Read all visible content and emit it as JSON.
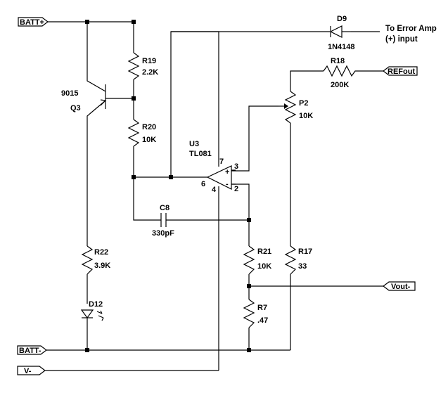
{
  "ports": {
    "batt_plus": "BATT+",
    "batt_minus": "BATT-",
    "v_minus": "V-",
    "refout": "REFout",
    "vout_minus": "Vout-"
  },
  "notes": {
    "error_amp_line1": "To Error Amp",
    "error_amp_line2": "(+) input"
  },
  "components": {
    "q3_part": "9015",
    "q3_ref": "Q3",
    "r19_ref": "R19",
    "r19_val": "2.2K",
    "r20_ref": "R20",
    "r20_val": "10K",
    "u3_ref": "U3",
    "u3_part": "TL081",
    "pin7": "7",
    "pin3": "3",
    "pin6": "6",
    "pin4": "4",
    "pin2": "2",
    "plus_sign": "+",
    "minus_sign": "-",
    "c8_ref": "C8",
    "c8_val": "330pF",
    "d9_ref": "D9",
    "d9_part": "1N4148",
    "r18_ref": "R18",
    "r18_val": "200K",
    "p2_ref": "P2",
    "p2_val": "10K",
    "r22_ref": "R22",
    "r22_val": "3.9K",
    "d12_ref": "D12",
    "r21_ref": "R21",
    "r21_val": "10K",
    "r17_ref": "R17",
    "r17_val": "33",
    "r7_ref": "R7",
    "r7_val": ".47"
  }
}
